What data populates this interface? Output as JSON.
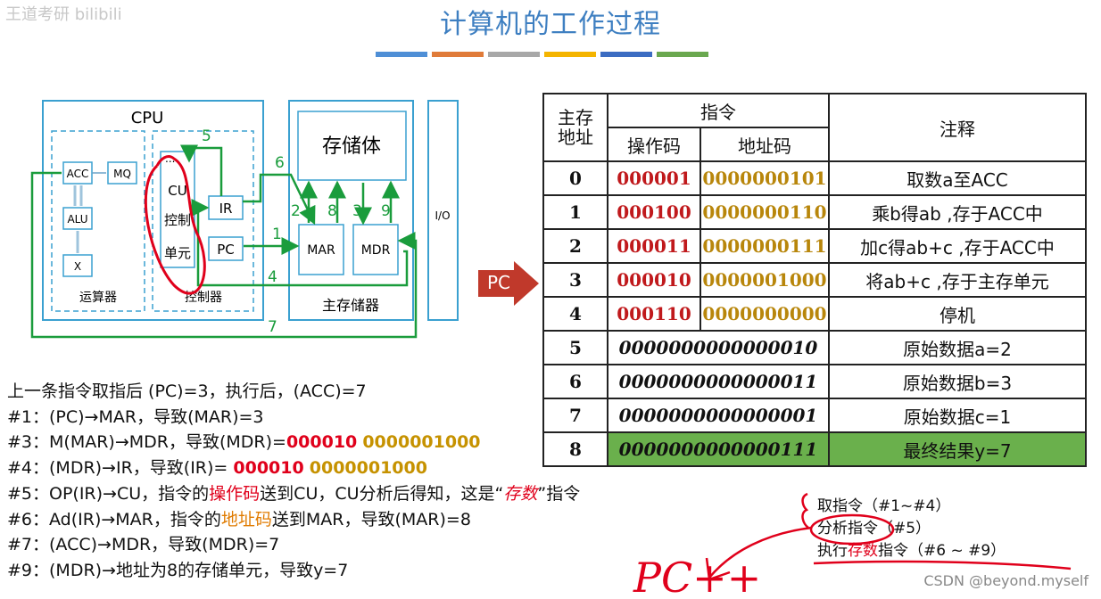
{
  "title": "计算机的工作过程",
  "watermark_top": "王道考研  bilibili",
  "color_bars": [
    "#4f8fd6",
    "#e07b39",
    "#a8a8a8",
    "#f4b400",
    "#3b6cc2",
    "#6aa84f"
  ],
  "diagram": {
    "cpu_label": "CPU",
    "acc": "ACC",
    "mq": "MQ",
    "alu": "ALU",
    "x": "X",
    "alu_unit_label": "运算器",
    "cu": "CU",
    "cu_line2": "控制",
    "cu_line3": "单元",
    "ir": "IR",
    "pc": "PC",
    "control_unit_label": "控制器",
    "dots": "...",
    "storage_body": "存储体",
    "mar": "MAR",
    "mdr": "MDR",
    "main_memory_label": "主存储器",
    "io": "I/O",
    "step_numbers": [
      "1",
      "2",
      "3",
      "4",
      "5",
      "6",
      "7",
      "8",
      "9"
    ]
  },
  "pc_arrow_label": "PC",
  "table": {
    "header_addr_l1": "主存",
    "header_addr_l2": "地址",
    "header_instr": "指令",
    "header_op": "操作码",
    "header_ad": "地址码",
    "header_note": "注释",
    "rows": [
      {
        "addr": "0",
        "op": "000001",
        "ad": "0000000101",
        "note": "取数a至ACC"
      },
      {
        "addr": "1",
        "op": "000100",
        "ad": "0000000110",
        "note": "乘b得ab ,存于ACC中"
      },
      {
        "addr": "2",
        "op": "000011",
        "ad": "0000000111",
        "note": "加c得ab+c  ,存于ACC中"
      },
      {
        "addr": "3",
        "op": "000010",
        "ad": "0000001000",
        "note": "将ab+c ,存于主存单元"
      },
      {
        "addr": "4",
        "op": "000110",
        "ad": "0000000000",
        "note": "停机"
      }
    ],
    "data_rows": [
      {
        "addr": "5",
        "value": "0000000000000010",
        "note": "原始数据a=2"
      },
      {
        "addr": "6",
        "value": "0000000000000011",
        "note": "原始数据b=3"
      },
      {
        "addr": "7",
        "value": "0000000000000001",
        "note": "原始数据c=1"
      },
      {
        "addr": "8",
        "value": "0000000000000111",
        "note": "最终结果y=7"
      }
    ]
  },
  "steps": {
    "intro": "上一条指令取指后 (PC)=3，执行后，(ACC)=7",
    "s1": "#1：(PC)→MAR，导致(MAR)=3",
    "s3_a": "#3：M(MAR)→MDR，导致(MDR)=",
    "s3_op": "000010",
    "s3_ad": "0000001000",
    "s4_a": "#4：(MDR)→IR，导致(IR)= ",
    "s4_op": "000010",
    "s4_ad": "0000001000",
    "s5_a": "#5：OP(IR)→CU，指令的",
    "s5_b": "操作码",
    "s5_c": "送到CU，CU分析后得知，这是“",
    "s5_d": "存数",
    "s5_e": "”指令",
    "s6_a": "#6：Ad(IR)→MAR，指令的",
    "s6_b": "地址码",
    "s6_c": "送到MAR，导致(MAR)=8",
    "s7": "#7：(ACC)→MDR，导致(MDR)=7",
    "s9": "#9：(MDR)→地址为8的存储单元，导致y=7"
  },
  "phases": {
    "p1": "取指令（#1~#4）",
    "p2_a": "分析指令",
    "p2_b": "（#5）",
    "p3_a": "执行",
    "p3_b": "存数",
    "p3_c": "指令（#6 ~ #9）"
  },
  "handwritten": "PC++",
  "csdn_watermark": "CSDN @beyond.myself"
}
